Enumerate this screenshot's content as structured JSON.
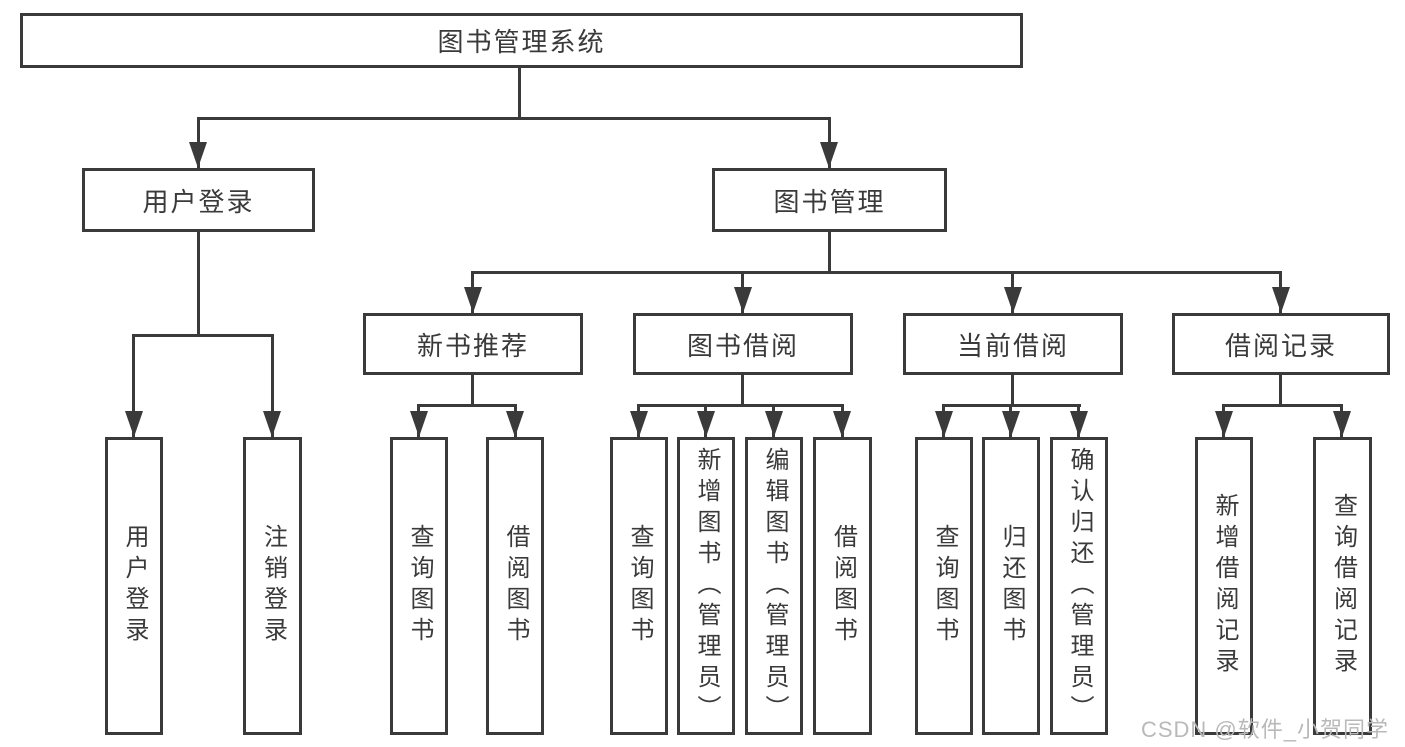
{
  "diagram": {
    "type": "hierarchy-tree",
    "watermark": "CSDN @软件_小贺同学",
    "colors": {
      "line": "#3a3a3a",
      "text": "#3a3a3a",
      "box_background": "#ffffff",
      "watermark": "#b9b9b9",
      "background": "#ffffff"
    },
    "nodes": {
      "root": {
        "label": "图书管理系统"
      },
      "user_login": {
        "label": "用户登录"
      },
      "book_mgmt": {
        "label": "图书管理"
      },
      "new_book_rec": {
        "label": "新书推荐"
      },
      "book_borrow": {
        "label": "图书借阅"
      },
      "current_borrow": {
        "label": "当前借阅"
      },
      "borrow_records": {
        "label": "借阅记录"
      },
      "leaf_user_login": {
        "label": "用户登录"
      },
      "leaf_logout": {
        "label": "注销登录"
      },
      "nb_query": {
        "label": "查询图书"
      },
      "nb_borrow": {
        "label": "借阅图书"
      },
      "bb_query": {
        "label": "查询图书"
      },
      "bb_add": {
        "label": "新增图书（管理员）"
      },
      "bb_edit": {
        "label": "编辑图书（管理员）"
      },
      "bb_borrow": {
        "label": "借阅图书"
      },
      "cb_query": {
        "label": "查询图书"
      },
      "cb_return": {
        "label": "归还图书"
      },
      "cb_confirm": {
        "label": "确认归还（管理员）"
      },
      "br_add": {
        "label": "新增借阅记录"
      },
      "br_query": {
        "label": "查询借阅记录"
      }
    },
    "edges": [
      [
        "root",
        "user_login"
      ],
      [
        "root",
        "book_mgmt"
      ],
      [
        "user_login",
        "leaf_user_login"
      ],
      [
        "user_login",
        "leaf_logout"
      ],
      [
        "book_mgmt",
        "new_book_rec"
      ],
      [
        "book_mgmt",
        "book_borrow"
      ],
      [
        "book_mgmt",
        "current_borrow"
      ],
      [
        "book_mgmt",
        "borrow_records"
      ],
      [
        "new_book_rec",
        "nb_query"
      ],
      [
        "new_book_rec",
        "nb_borrow"
      ],
      [
        "book_borrow",
        "bb_query"
      ],
      [
        "book_borrow",
        "bb_add"
      ],
      [
        "book_borrow",
        "bb_edit"
      ],
      [
        "book_borrow",
        "bb_borrow"
      ],
      [
        "current_borrow",
        "cb_query"
      ],
      [
        "current_borrow",
        "cb_return"
      ],
      [
        "current_borrow",
        "cb_confirm"
      ],
      [
        "borrow_records",
        "br_add"
      ],
      [
        "borrow_records",
        "br_query"
      ]
    ]
  }
}
